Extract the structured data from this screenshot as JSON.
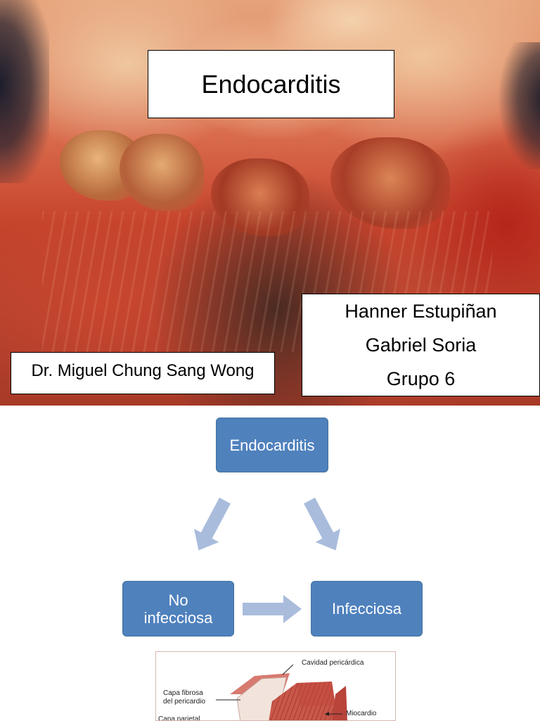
{
  "slide1": {
    "title": "Endocarditis",
    "authors": [
      "Hanner Estupiñan",
      "Gabriel Soria",
      "Grupo 6"
    ],
    "doctor": "Dr. Miguel Chung Sang Wong"
  },
  "slide2": {
    "root": "Endocarditis",
    "left_node": [
      "No",
      "infecciosa"
    ],
    "right_node": "Infecciosa",
    "node_color": "#4f81bd",
    "arrow_color": "#a9bcdc"
  },
  "anatomy": {
    "labels": {
      "cavity": "Cavidad pericárdica",
      "fibrous": [
        "Capa fibrosa",
        "del pericardio"
      ],
      "parietal": "Capa parietal",
      "myocardium": "Miocardio"
    }
  }
}
